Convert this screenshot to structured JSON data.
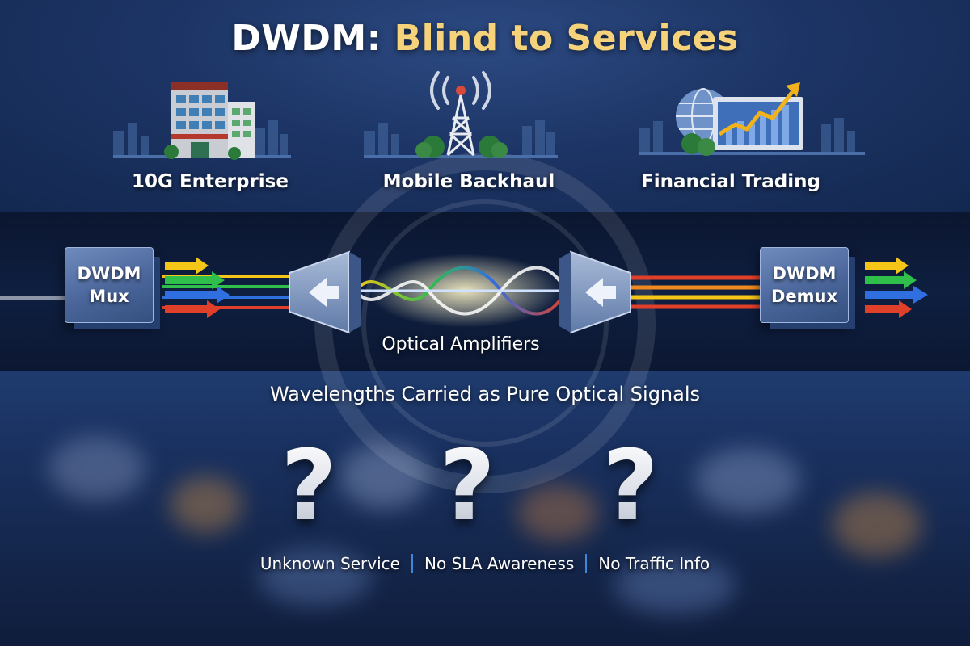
{
  "title": {
    "lead": "DWDM:",
    "accent": "Blind to Services"
  },
  "services": [
    {
      "label": "10G Enterprise",
      "icon": "office-building-icon"
    },
    {
      "label": "Mobile Backhaul",
      "icon": "cell-tower-icon"
    },
    {
      "label": "Financial Trading",
      "icon": "trading-chart-icon"
    }
  ],
  "link": {
    "mux_label_line1": "DWDM",
    "mux_label_line2": "Mux",
    "demux_label_line1": "DWDM",
    "demux_label_line2": "Demux",
    "amplifiers_label": "Optical Amplifiers"
  },
  "subheading": "Wavelengths Carried as Pure Optical Signals",
  "unknowns": [
    {
      "symbol": "?",
      "label": "Unknown Service"
    },
    {
      "symbol": "?",
      "label": "No SLA Awareness"
    },
    {
      "symbol": "?",
      "label": "No Traffic Info"
    }
  ],
  "colors": {
    "title_accent": "#f6d27a",
    "wavelength_colors": [
      "#f5c518",
      "#2fbf4a",
      "#2f6fe0",
      "#e0402a"
    ],
    "separator": "#3f86d8"
  }
}
